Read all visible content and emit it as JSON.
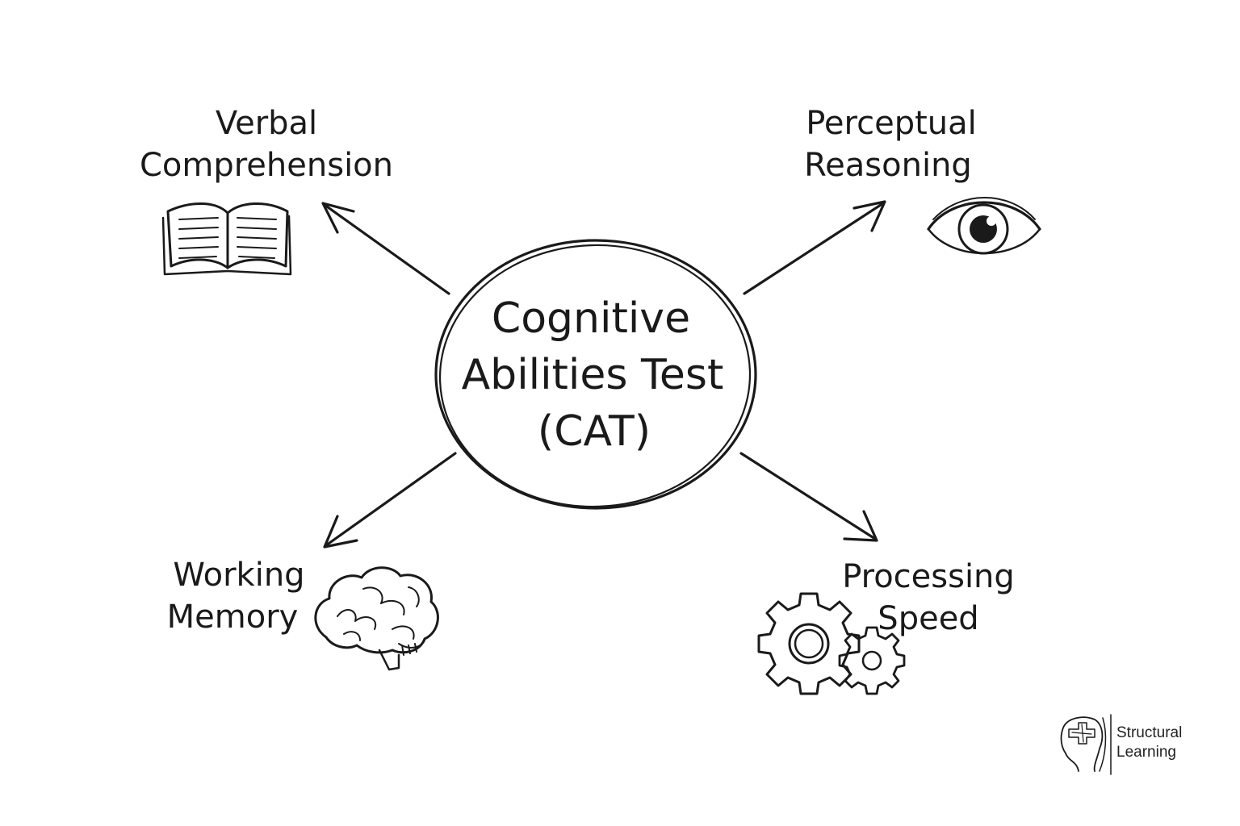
{
  "center": {
    "lines": [
      "Cognitive",
      "Abilities Test",
      "(CAT)"
    ]
  },
  "branches": {
    "verbal": {
      "lines": [
        "Verbal",
        "Comprehension"
      ],
      "icon": "open-book-icon"
    },
    "perceptual": {
      "lines": [
        "Perceptual",
        "Reasoning"
      ],
      "icon": "eye-icon"
    },
    "working_memory": {
      "lines": [
        "Working",
        "Memory"
      ],
      "icon": "brain-icon"
    },
    "processing": {
      "lines": [
        "Processing",
        "Speed"
      ],
      "icon": "gears-icon"
    }
  },
  "logo": {
    "lines": [
      "Structural",
      "Learning"
    ],
    "icon": "head-puzzle-icon"
  },
  "colors": {
    "ink": "#1a1a1a",
    "background": "#ffffff"
  }
}
